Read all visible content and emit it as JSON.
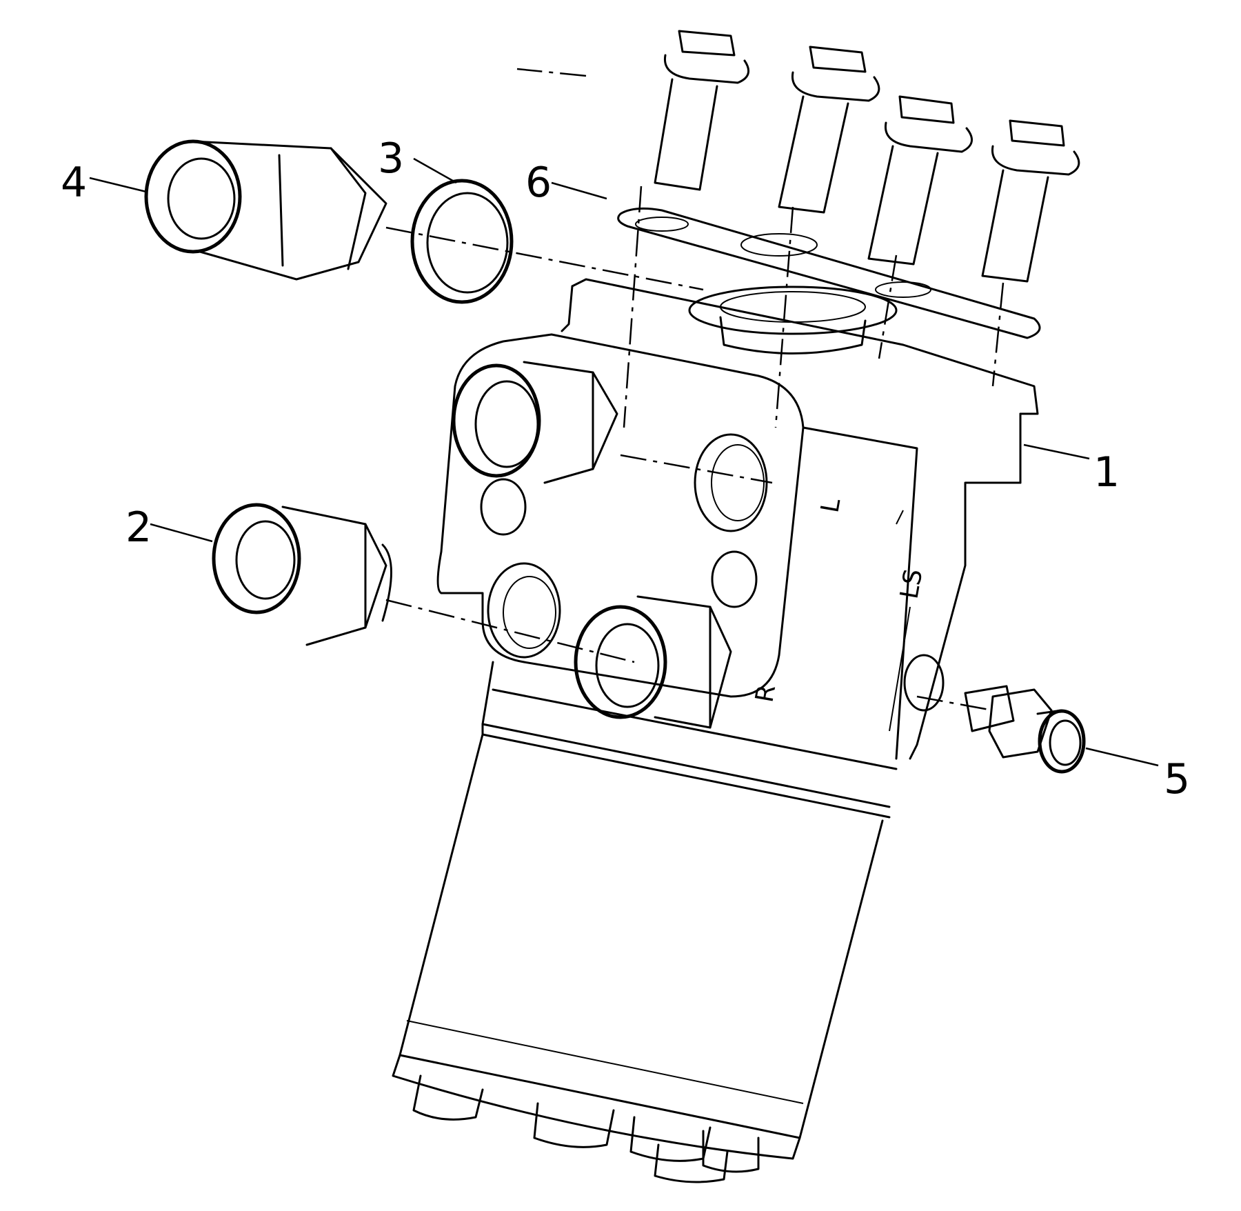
{
  "callouts": {
    "c1": "1",
    "c2": "2",
    "c3": "3",
    "c4": "4",
    "c5": "5",
    "c6": "6"
  },
  "port_marks": {
    "ls": "LS",
    "l": "L",
    "r": "R"
  },
  "colors": {
    "line": "#000000",
    "background": "#ffffff"
  }
}
